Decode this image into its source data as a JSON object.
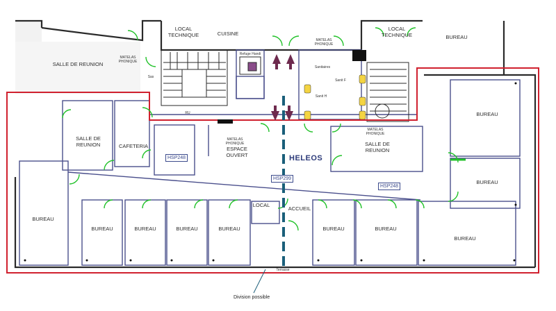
{
  "building_name": "HELEOS",
  "rooms": {
    "salle_reunion_nw": "SALLE DE REUNION",
    "local_technique_top": "LOCAL\nTECHNIQUE",
    "cuisine": "CUISINE",
    "local_technique_right": "LOCAL\nTECHNIQUE",
    "bureau_top_right": "BUREAU",
    "salle_reunion_w": "SALLE DE\nREUNION",
    "cafeteria": "CAFETERIA",
    "espace_ouvert": "ESPACE\nOUVERT",
    "salle_reunion_c": "SALLE DE\nREUNION",
    "bureau_e1": "BUREAU",
    "bureau_e2": "BUREAU",
    "local_bottom": "LOCAL",
    "accueil": "ACCUEIL",
    "bureau_s1": "BUREAU",
    "bureau_s2": "BUREAU",
    "bureau_s3": "BUREAU",
    "bureau_s4": "BUREAU",
    "bureau_s5": "BUREAU",
    "bureau_s6": "BUREAU",
    "bureau_s7": "BUREAU",
    "bureau_s8": "BUREAU"
  },
  "small_labels": {
    "matelas_1": "MATELAS\nPHONIQUE",
    "matelas_2": "MATELAS\nPHONIQUE",
    "matelas_3": "MATELAS\nPHONIQUE",
    "matelas_4": "MATELAS\nPHONIQUE",
    "sanitaires": "Sanitaires",
    "sanit_f": "Sanit F",
    "sanit_h": "Sanit H",
    "refuge": "Refuge Handi",
    "ru": "RU",
    "sas": "Sas",
    "terrasse": "Terrasse"
  },
  "tags": {
    "hsp248_left": "HSP248",
    "hsp299": "HSP299",
    "hsp248_right": "HSP248"
  },
  "annotation": "Division possible",
  "colors": {
    "boundary": "#d0202e",
    "walls": "#2a2a2a",
    "partition": "#4a4f8c",
    "doors": "#22c22a",
    "division_line": "#1a5f7a",
    "arrows": "#6e2a4e"
  }
}
